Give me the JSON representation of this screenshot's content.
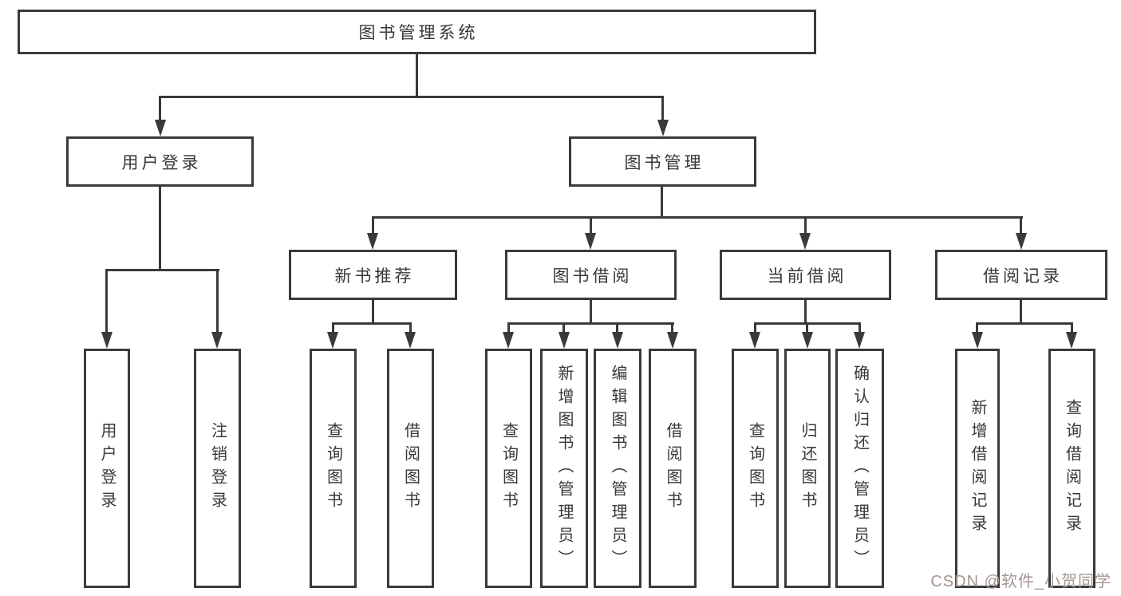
{
  "diagram": {
    "title": "图书管理系统",
    "type": "hierarchy-tree"
  },
  "nodes": {
    "root": "图书管理系统",
    "user_login": "用户登录",
    "book_mgmt": "图书管理",
    "new_rec": "新书推荐",
    "book_borrow": "图书借阅",
    "current_borrow": "当前借阅",
    "borrow_records": "借阅记录",
    "leaf_user_login": "用户登录",
    "leaf_logout": "注销登录",
    "leaf_nr_query": "查询图书",
    "leaf_nr_borrow": "借阅图书",
    "leaf_bb_query": "查询图书",
    "leaf_bb_add": "新增图书（管理员）",
    "leaf_bb_edit": "编辑图书（管理员）",
    "leaf_bb_borrow": "借阅图书",
    "leaf_cb_query": "查询图书",
    "leaf_cb_return": "归还图书",
    "leaf_cb_confirm": "确认归还（管理员）",
    "leaf_br_add": "新增借阅记录",
    "leaf_br_query": "查询借阅记录"
  },
  "hierarchy": {
    "label": "图书管理系统",
    "children": [
      {
        "label": "用户登录",
        "children": [
          {
            "label": "用户登录"
          },
          {
            "label": "注销登录"
          }
        ]
      },
      {
        "label": "图书管理",
        "children": [
          {
            "label": "新书推荐",
            "children": [
              {
                "label": "查询图书"
              },
              {
                "label": "借阅图书"
              }
            ]
          },
          {
            "label": "图书借阅",
            "children": [
              {
                "label": "查询图书"
              },
              {
                "label": "新增图书（管理员）"
              },
              {
                "label": "编辑图书（管理员）"
              },
              {
                "label": "借阅图书"
              }
            ]
          },
          {
            "label": "当前借阅",
            "children": [
              {
                "label": "查询图书"
              },
              {
                "label": "归还图书"
              },
              {
                "label": "确认归还（管理员）"
              }
            ]
          },
          {
            "label": "借阅记录",
            "children": [
              {
                "label": "新增借阅记录"
              },
              {
                "label": "查询借阅记录"
              }
            ]
          }
        ]
      }
    ]
  },
  "watermark": {
    "text": "CSDN @软件_小贺同学",
    "color": "#a59692"
  },
  "colors": {
    "line": "#3a3a3a",
    "box_border": "#3a3a3a",
    "box_fill": "#ffffff",
    "text": "#383838",
    "background": "#ffffff"
  }
}
